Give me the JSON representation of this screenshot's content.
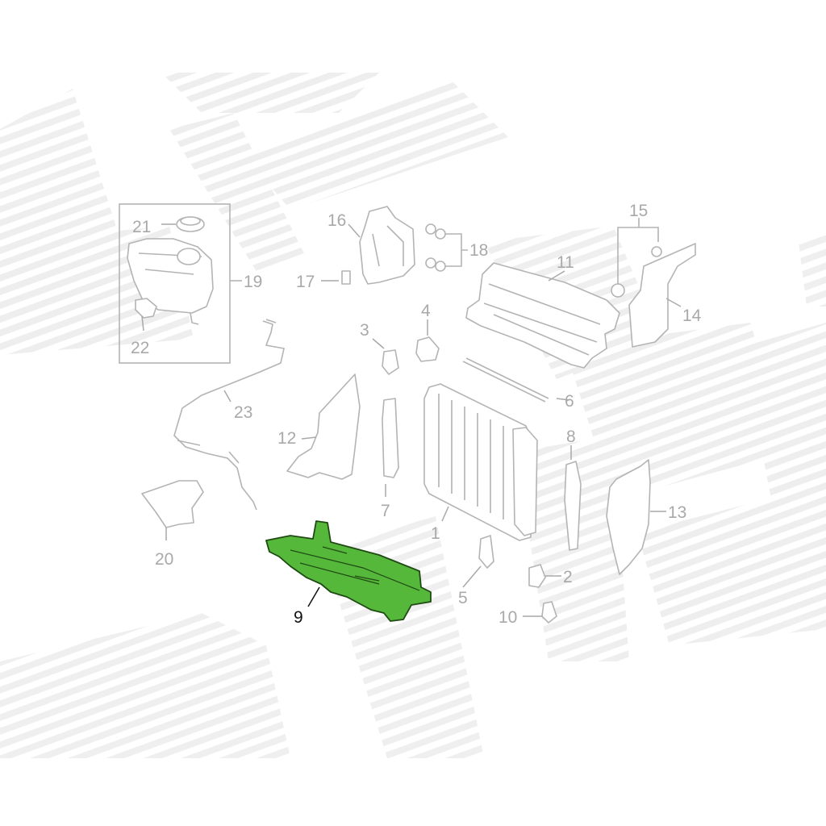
{
  "diagram": {
    "colors": {
      "highlight_fill": "#55b83a",
      "highlight_stroke": "#1f4a14",
      "part_stroke": "#b4b4b4",
      "label_gray": "#a9a9a9",
      "label_highlight": "#111111",
      "watermark": "#ececec"
    },
    "callouts": {
      "c1": "1",
      "c2": "2",
      "c3": "3",
      "c4": "4",
      "c5": "5",
      "c6": "6",
      "c7": "7",
      "c8": "8",
      "c9": "9",
      "c10": "10",
      "c11": "11",
      "c12": "12",
      "c13": "13",
      "c14": "14",
      "c15": "15",
      "c16": "16",
      "c17": "17",
      "c18": "18",
      "c19": "19",
      "c20": "20",
      "c21": "21",
      "c22": "22",
      "c23": "23"
    },
    "highlighted_part": "9"
  }
}
